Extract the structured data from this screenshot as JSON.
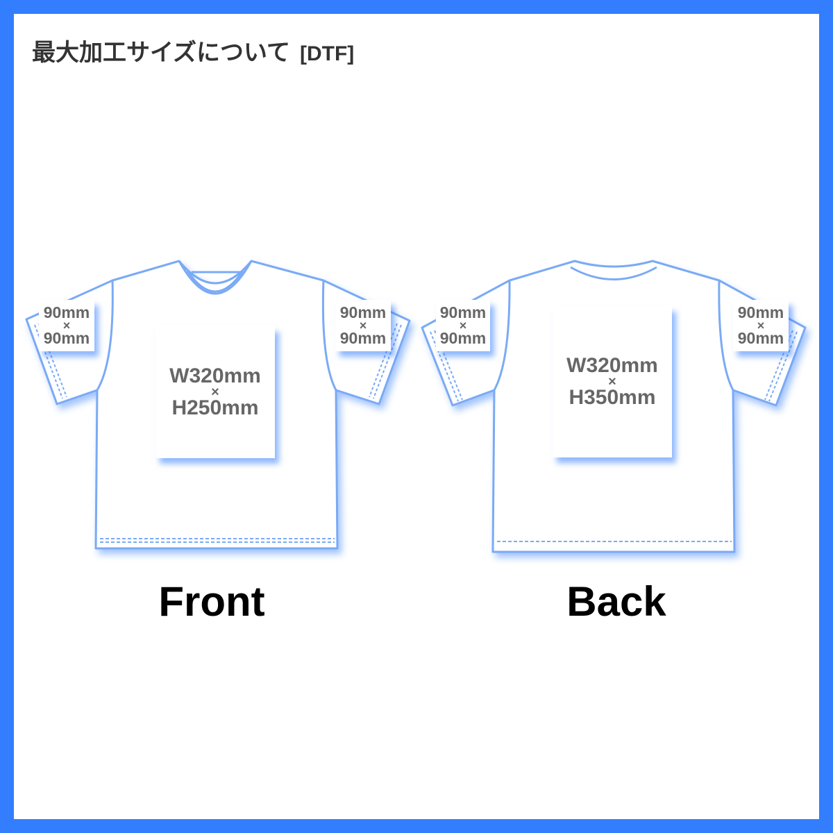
{
  "header": {
    "title": "最大加工サイズについて",
    "tag": "[DTF]"
  },
  "colors": {
    "border": "#337dff",
    "outline": "#7aaaf5",
    "text_dimension": "#666666",
    "label": "#000000"
  },
  "front": {
    "label": "Front",
    "left_sleeve": {
      "w": "90mm",
      "sep": "×",
      "h": "90mm"
    },
    "right_sleeve": {
      "w": "90mm",
      "sep": "×",
      "h": "90mm"
    },
    "body": {
      "w": "W320mm",
      "sep": "×",
      "h": "H250mm"
    }
  },
  "back": {
    "label": "Back",
    "left_sleeve": {
      "w": "90mm",
      "sep": "×",
      "h": "90mm"
    },
    "right_sleeve": {
      "w": "90mm",
      "sep": "×",
      "h": "90mm"
    },
    "body": {
      "w": "W320mm",
      "sep": "×",
      "h": "H350mm"
    }
  }
}
